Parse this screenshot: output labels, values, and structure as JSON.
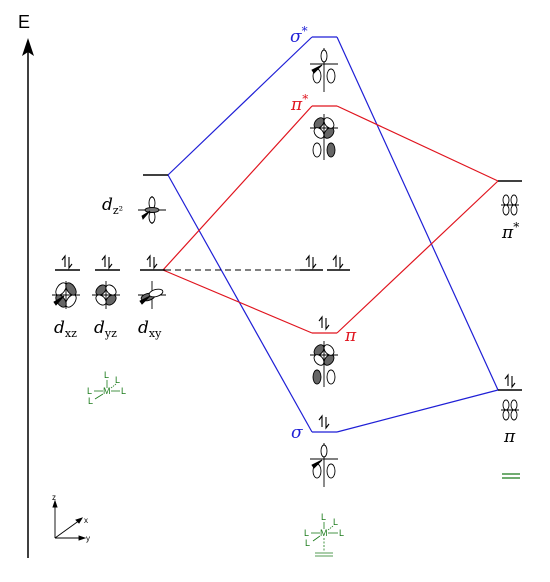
{
  "axis": {
    "label": "E"
  },
  "colors": {
    "sigma": "#1f1fd6",
    "pi": "#e0141e",
    "ligand": "#1a7a1a",
    "level": "#000000"
  },
  "d_orbitals": {
    "dz2": {
      "base": "d",
      "sub": "z²"
    },
    "dxz": {
      "base": "d",
      "sub": "xz"
    },
    "dyz": {
      "base": "d",
      "sub": "yz"
    },
    "dxy": {
      "base": "d",
      "sub": "xy"
    }
  },
  "mo_labels": {
    "sigma_star": {
      "base": "σ",
      "sup": "*"
    },
    "pi_star": {
      "base": "π",
      "sup": "*"
    },
    "pi": {
      "base": "π"
    },
    "sigma": {
      "base": "σ"
    }
  },
  "ligand_labels": {
    "pi_star": {
      "base": "π",
      "sup": "*"
    },
    "pi": {
      "base": "π"
    }
  },
  "complex_left": {
    "L": "L",
    "M": "M"
  },
  "complex_bottom": {
    "L": "L",
    "M": "M"
  },
  "axes_legend": {
    "z": "z",
    "x": "x",
    "y": "y"
  }
}
